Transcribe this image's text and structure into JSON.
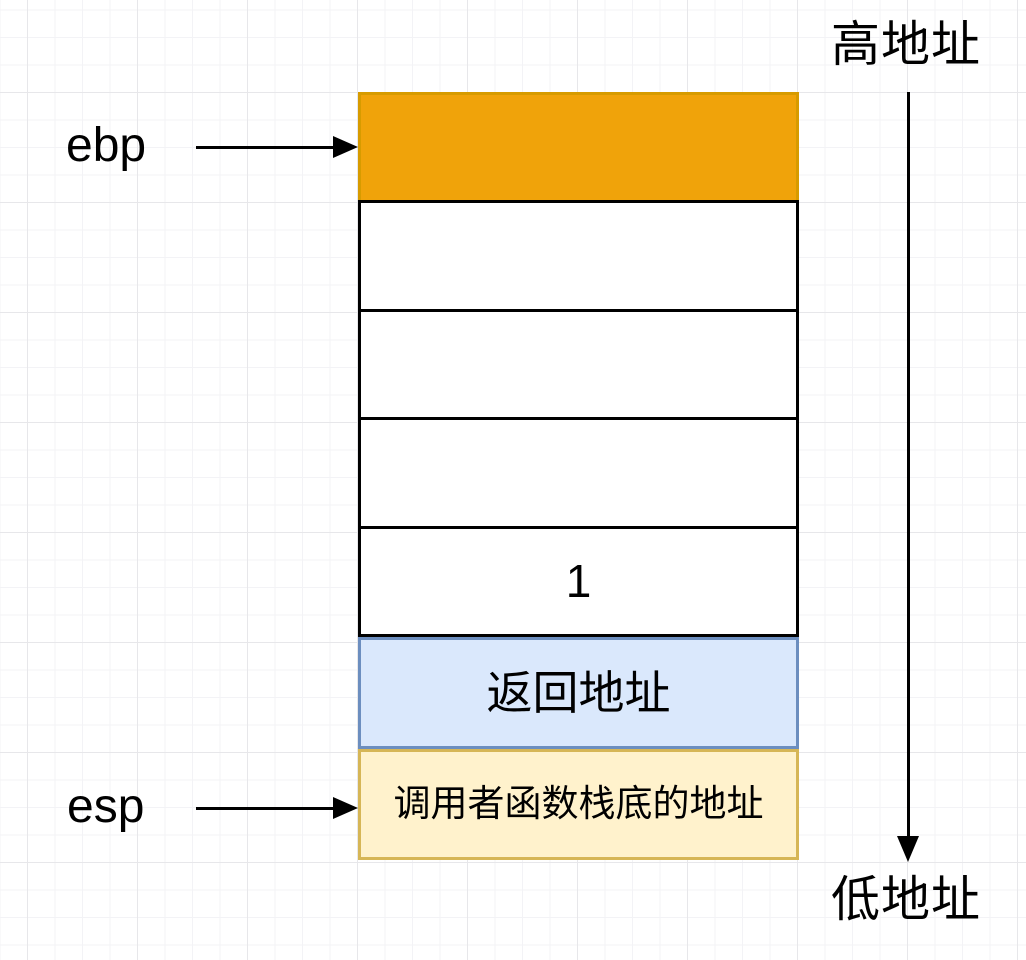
{
  "diagram": {
    "type": "stack-frame-memory-diagram",
    "registers": {
      "ebp": "ebp",
      "esp": "esp"
    },
    "address_axis": {
      "high": "高地址",
      "low": "低地址",
      "direction": "down"
    },
    "stack_cells": [
      {
        "name": "stack-cell-frame-top",
        "text": "",
        "fill": "#F0A30A",
        "border": "#D79B00"
      },
      {
        "name": "stack-cell-empty-1",
        "text": "",
        "fill": "#FFFFFF",
        "border": "#000000"
      },
      {
        "name": "stack-cell-empty-2",
        "text": "",
        "fill": "#FFFFFF",
        "border": "#000000"
      },
      {
        "name": "stack-cell-empty-3",
        "text": "",
        "fill": "#FFFFFF",
        "border": "#000000"
      },
      {
        "name": "stack-cell-argument-1",
        "text": "1",
        "fill": "#FFFFFF",
        "border": "#000000"
      },
      {
        "name": "stack-cell-return-address",
        "text": "返回地址",
        "fill": "#DAE8FC",
        "border": "#6C8EBF"
      },
      {
        "name": "stack-cell-caller-frame-base",
        "text": "调用者函数栈底的地址",
        "fill": "#FFF2CC",
        "border": "#D6B656"
      }
    ],
    "colors": {
      "arrow": "#000000",
      "text": "#000000",
      "grid_minor": "#f3f3f6",
      "grid_major": "#e7e7ea"
    }
  }
}
